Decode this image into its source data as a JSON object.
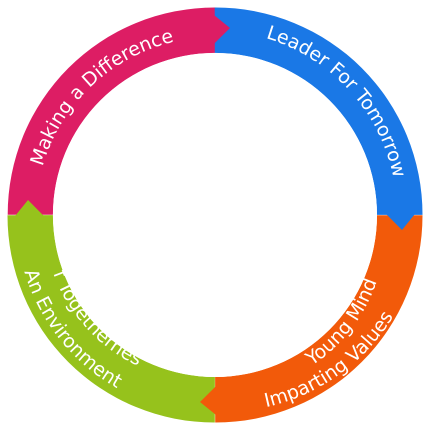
{
  "segments": [
    {
      "id": "making-a-difference",
      "label": "Making a  Difference",
      "color": "#dd1d64"
    },
    {
      "id": "leader-for-tomorrow",
      "label": "Leader For Tomorrow",
      "color": "#1a78e6"
    },
    {
      "id": "imparting-values",
      "label": "Imparting Values to Young Minds",
      "color": "#f25a0a"
    },
    {
      "id": "environment-of-togetherness",
      "label": "An Environment of Togetherness",
      "color": "#96c21c"
    }
  ],
  "label_lines": {
    "making": [
      "Making a  Difference"
    ],
    "leader": [
      "Leader For Tomorrow"
    ],
    "imparting": [
      "Imparting Values",
      "to Young Minds"
    ],
    "environment": [
      "An Environment",
      "of Togetherness"
    ]
  },
  "center_color": "#ffffff"
}
